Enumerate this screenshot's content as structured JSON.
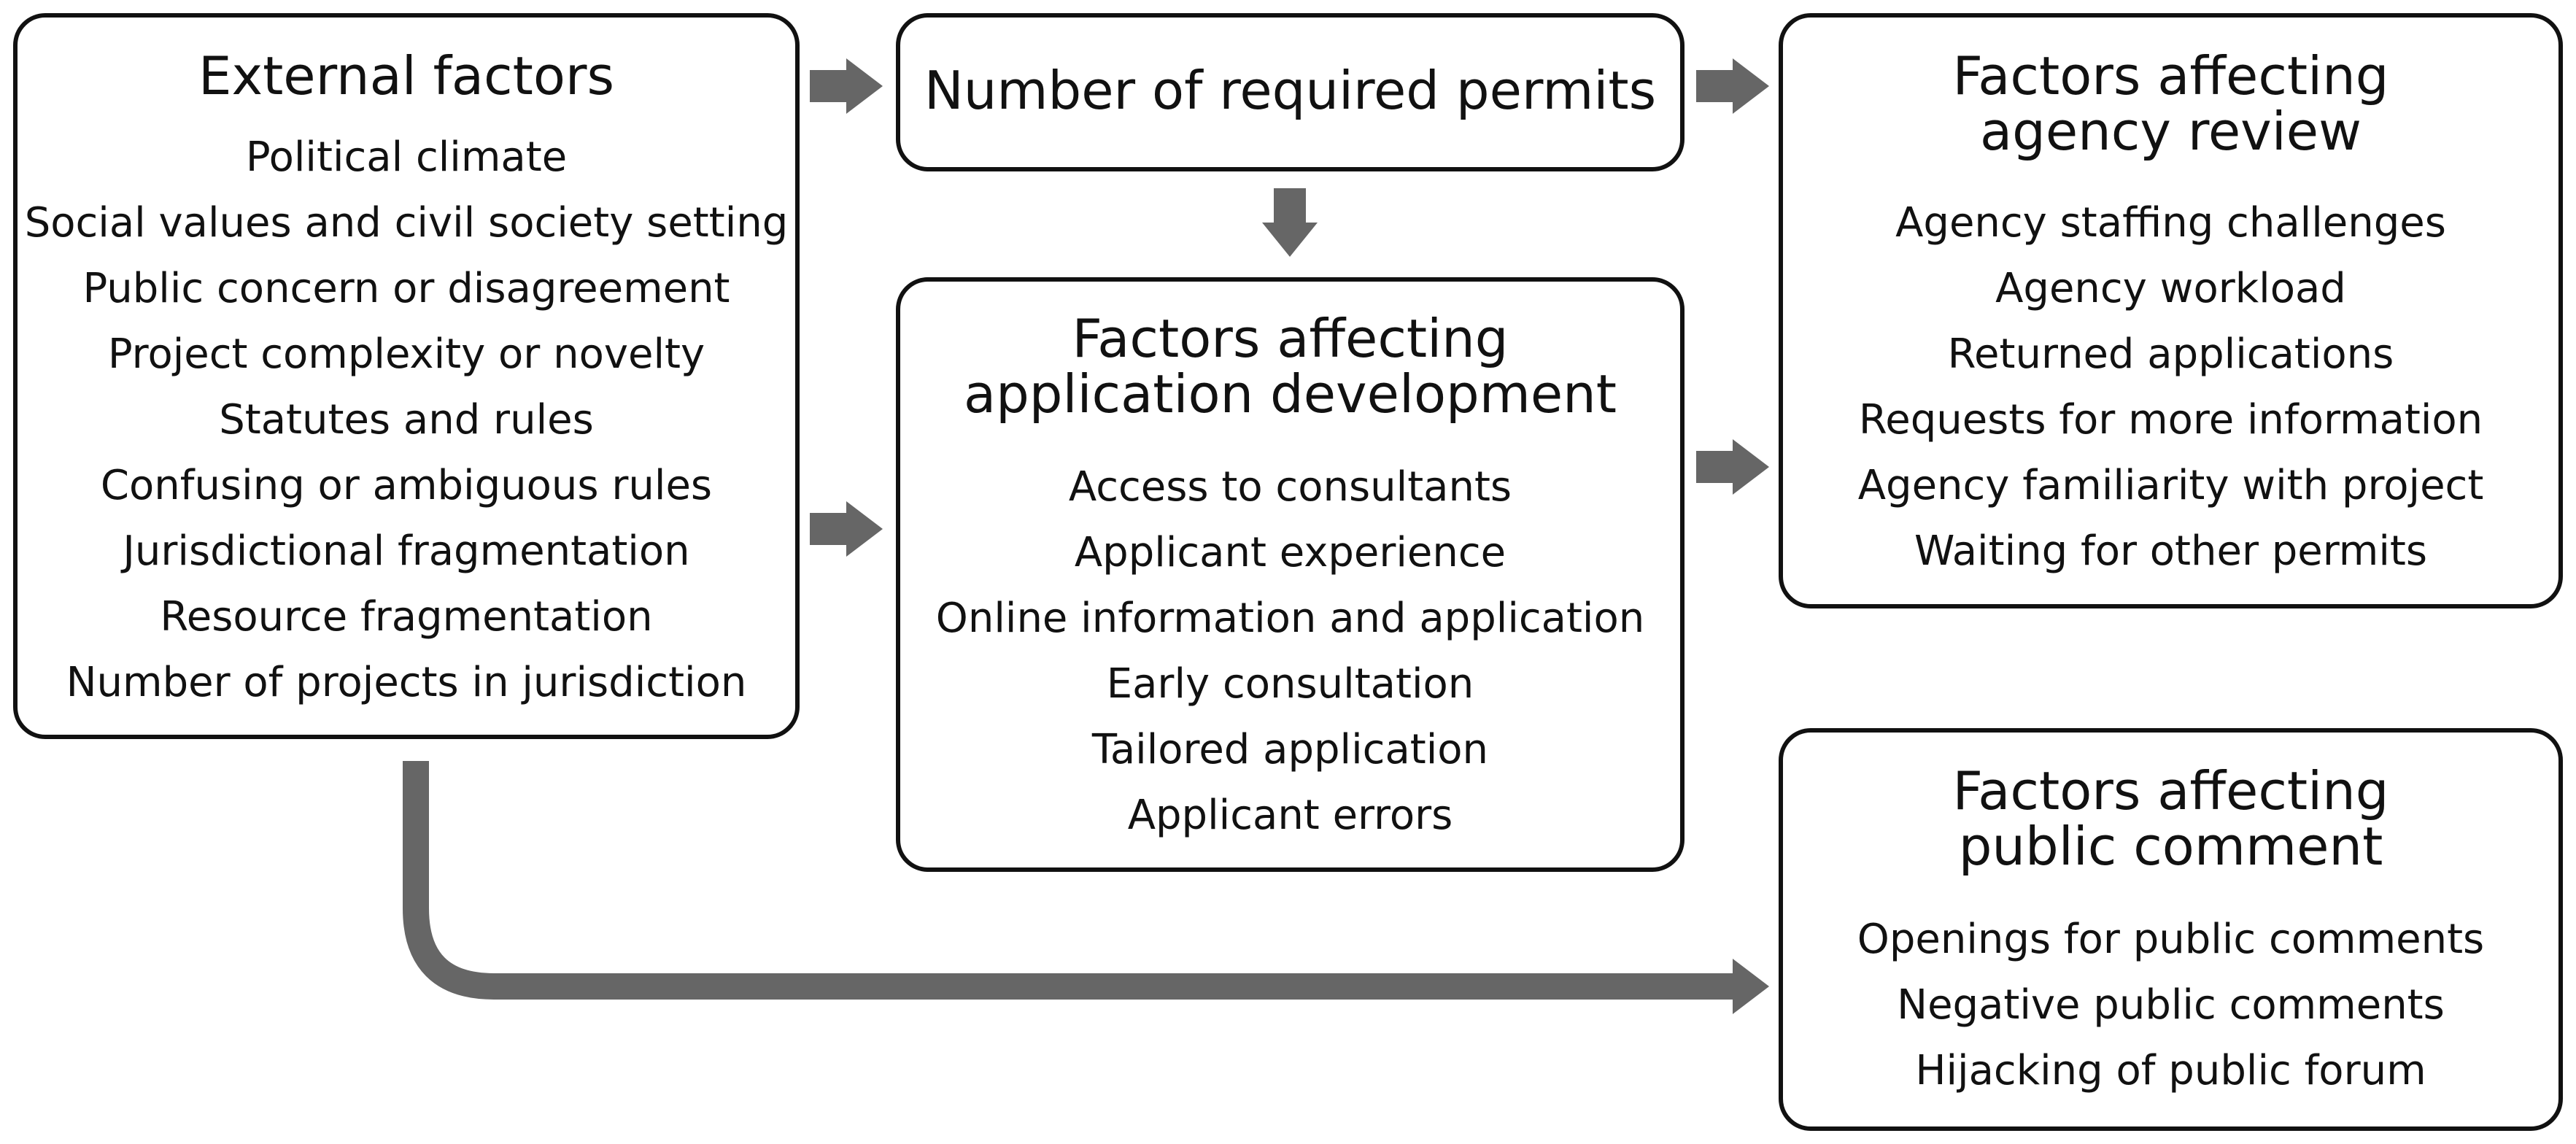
{
  "diagram": {
    "external_factors": {
      "title": "External factors",
      "items": [
        "Political climate",
        "Social values and civil society setting",
        "Public concern or disagreement",
        "Project complexity or novelty",
        "Statutes and rules",
        "Confusing or ambiguous rules",
        "Jurisdictional fragmentation",
        "Resource fragmentation",
        "Number of projects in jurisdiction"
      ]
    },
    "required_permits": {
      "title": "Number of required permits"
    },
    "application_development": {
      "title_line1": "Factors affecting",
      "title_line2": "application development",
      "items": [
        "Access to consultants",
        "Applicant experience",
        "Online information and application",
        "Early consultation",
        "Tailored application",
        "Applicant errors"
      ]
    },
    "agency_review": {
      "title_line1": "Factors affecting",
      "title_line2": "agency review",
      "items": [
        "Agency staffing challenges",
        "Agency workload",
        "Returned applications",
        "Requests for more information",
        "Agency familiarity with project",
        "Waiting for other permits"
      ]
    },
    "public_comment": {
      "title_line1": "Factors affecting",
      "title_line2": "public comment",
      "items": [
        "Openings for public comments",
        "Negative public comments",
        "Hijacking of public forum"
      ]
    }
  }
}
